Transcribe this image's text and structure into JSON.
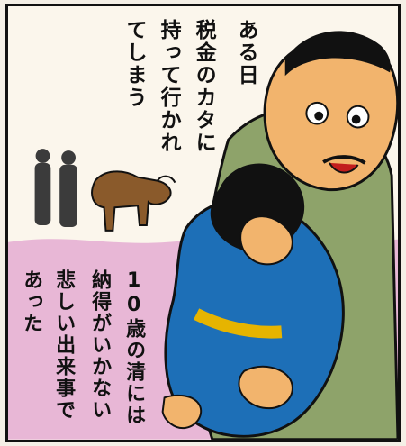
{
  "caption": {
    "line1": "ある日",
    "line2": "税金のカタに",
    "line3": "持って行かれ",
    "line4": "てしまう",
    "line5": "10歳の清には",
    "line6": "納得がいかない",
    "line7": "悲しい出来事で",
    "line8": "あった"
  },
  "colors": {
    "ground_pink": "#e8b7d6",
    "paper": "#fbf6ec",
    "skin": "#f2b46d",
    "shirt_green": "#8ea36a",
    "blue_pattern": "#1d6fb7",
    "cow_brown": "#8a5a2b",
    "shadow_dark": "#3b3b3b"
  }
}
